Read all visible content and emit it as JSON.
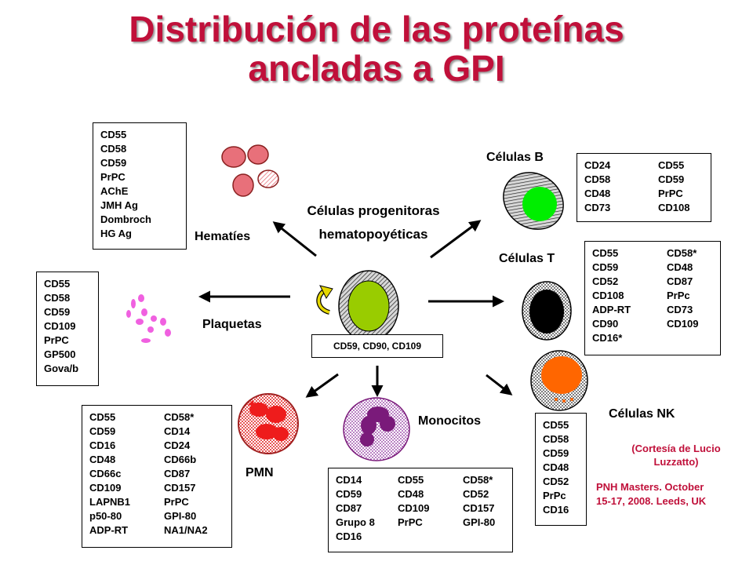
{
  "title": {
    "line1": "Distribución de las proteínas",
    "line2": "ancladas a GPI"
  },
  "center": {
    "label_line1": "Células progenitoras",
    "label_line2": "hematopoyéticas",
    "markers": "CD59, CD90, CD109"
  },
  "hematies": {
    "label": "Hematíes",
    "markers": [
      "CD55",
      "CD58",
      "CD59",
      "PrPC",
      "AChE",
      "JMH Ag",
      "Dombroch",
      "HG Ag"
    ]
  },
  "plaquetas": {
    "label": "Plaquetas",
    "markers": [
      "CD55",
      "CD58",
      "CD59",
      "CD109",
      "PrPC",
      "GP500",
      "Gova/b"
    ]
  },
  "celulas_b": {
    "label": "Células B",
    "col1": [
      "CD24",
      "CD58",
      "CD48",
      "CD73"
    ],
    "col2": [
      "CD55",
      "CD59",
      "PrPC",
      "CD108"
    ]
  },
  "celulas_t": {
    "label": "Células T",
    "col1": [
      "CD55",
      "CD59",
      "CD52",
      "CD108",
      "ADP-RT",
      "CD90",
      "CD16*"
    ],
    "col2": [
      "CD58*",
      "CD48",
      "CD87",
      "PrPc",
      "CD73",
      "CD109"
    ]
  },
  "celulas_nk": {
    "label": "Células NK",
    "markers": [
      "CD55",
      "CD58",
      "CD59",
      "CD48",
      "CD52",
      "PrPc",
      "CD16"
    ]
  },
  "pmn": {
    "label": "PMN",
    "col1": [
      "CD55",
      "CD59",
      "CD16",
      "CD48",
      "CD66c",
      "CD109",
      "LAPNB1",
      "p50-80",
      "ADP-RT"
    ],
    "col2": [
      "CD58*",
      "CD14",
      "CD24",
      "CD66b",
      "CD87",
      "CD157",
      "PrPC",
      "GPI-80",
      "NA1/NA2"
    ]
  },
  "monocitos": {
    "label": "Monocitos",
    "col1": [
      "CD14",
      "CD59",
      "CD87",
      "Grupo 8",
      "CD16"
    ],
    "col2": [
      "CD55",
      "CD48",
      "CD109",
      "PrPC"
    ],
    "col3": [
      "CD58*",
      "CD52",
      "CD157",
      "GPI-80"
    ]
  },
  "credit": {
    "line1": "(Cortesía de Lucio",
    "line2": "Luzzatto)",
    "line3": "PNH Masters. October",
    "line4": "15-17, 2008. Leeds, UK"
  },
  "colors": {
    "title": "#c0103a",
    "rbc": "#e8707a",
    "platelet": "#f060e0",
    "progenitor": "#99cc00",
    "bcell": "#00ee00",
    "nk": "#ff6600",
    "pmn_nucleus": "#ee1c1c",
    "mono_nucleus": "#7a1a7a",
    "arrow_curl": "#d4c800"
  }
}
